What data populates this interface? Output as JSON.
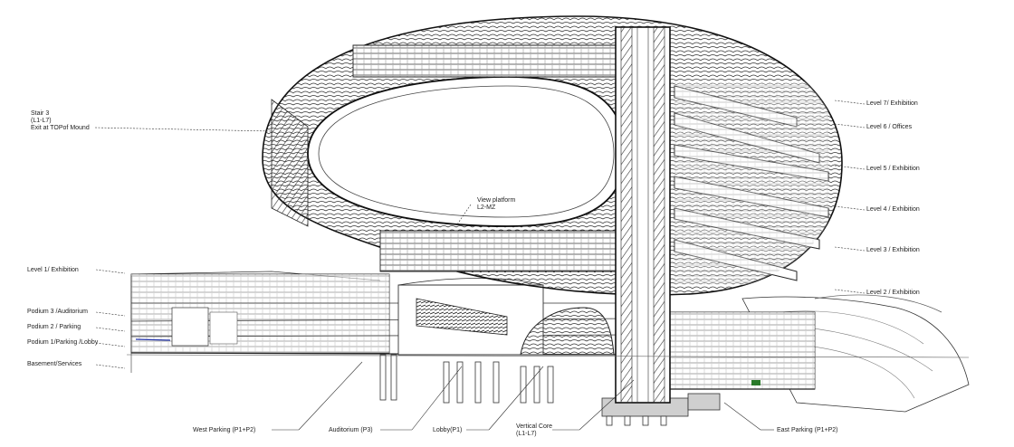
{
  "labels": {
    "stair3_line1": "Stair 3",
    "stair3_line2": "(L1-L7)",
    "stair3_line3": "Exit at TOPof Mound",
    "view_platform_line1": "View platform",
    "view_platform_line2": "L2-MZ",
    "level7": "Level 7/ Exhibition",
    "level6": "Level 6 / Offices",
    "level5": "Level 5 / Exhibition",
    "level4": "Level 4 / Exhibition",
    "level3": "Level 3 / Exhibition",
    "level2": "Level 2 / Exhibition",
    "level1": "Level 1/ Exhibition",
    "podium3": "Podium 3 /Auditorium",
    "podium2": "Podium 2 / Parking",
    "podium1": "Podium 1/Parking /Lobby",
    "basement": "Basement/Services",
    "west_parking": "West Parking (P1+P2)",
    "auditorium": "Auditorium (P3)",
    "lobby": "Lobby(P1)",
    "vertical_core_line1": "Vertical Core",
    "vertical_core_line2": "(L1-L7)",
    "east_parking": "East Parking (P1+P2)"
  }
}
